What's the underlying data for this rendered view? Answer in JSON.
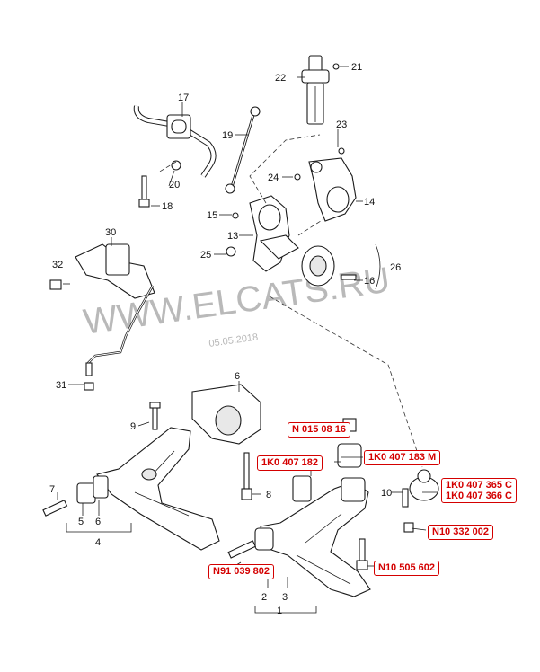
{
  "watermark": "WWW.ELCATS.RU",
  "date_stamp": "05.05.2018",
  "position_numbers": [
    "1",
    "2",
    "3",
    "4",
    "5",
    "6",
    "7",
    "8",
    "9",
    "10",
    "13",
    "14",
    "15",
    "16",
    "17",
    "18",
    "19",
    "20",
    "21",
    "22",
    "23",
    "24",
    "25",
    "26",
    "30",
    "31",
    "32"
  ],
  "part_callouts": [
    {
      "id": "n01508016",
      "lines": [
        "N  015 08 16"
      ]
    },
    {
      "id": "1k0407182",
      "lines": [
        "1K0 407 182"
      ]
    },
    {
      "id": "1k0407183m",
      "lines": [
        "1K0 407 183 M"
      ]
    },
    {
      "id": "1k0407365c",
      "lines": [
        "1K0 407 365 C",
        "1K0 407 366 C"
      ]
    },
    {
      "id": "n10332002",
      "lines": [
        "N10 332 002"
      ]
    },
    {
      "id": "n91039802",
      "lines": [
        "N91 039 802"
      ]
    },
    {
      "id": "n10505602",
      "lines": [
        "N10 505 602"
      ]
    }
  ]
}
